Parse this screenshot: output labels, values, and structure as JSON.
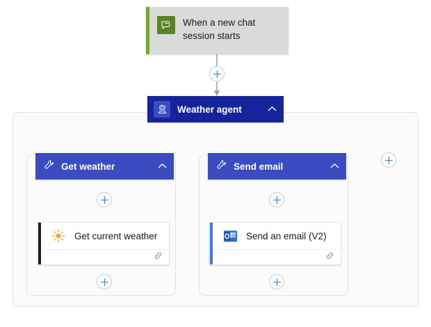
{
  "canvas": {
    "background": "#ffffff",
    "accents": {
      "agent_header": "#16249b",
      "tool_header": "#3b4cc2",
      "trigger_green": "#76a831",
      "trigger_body": "#dadada",
      "plus_blue": "#4a86d8",
      "action_accent_dark": "#201f1e",
      "action_accent_blue": "#3a7fe0",
      "connector_gray": "#a5a5a5"
    }
  },
  "trigger": {
    "title": "When a new chat session starts",
    "icon": "chat-bubble-icon"
  },
  "agent": {
    "title": "Weather agent",
    "icon": "robot-icon",
    "collapse": "chevron-up-icon"
  },
  "branches": [
    {
      "header_label": "Get weather",
      "header_icon": "wrench-icon",
      "collapse": "chevron-up-icon",
      "action": {
        "title": "Get current weather",
        "icon": "sun-icon",
        "footer_icon": "link-icon",
        "accent": "dark"
      }
    },
    {
      "header_label": "Send email",
      "header_icon": "wrench-icon",
      "collapse": "chevron-up-icon",
      "action": {
        "title": "Send an email (V2)",
        "icon": "outlook-icon",
        "footer_icon": "link-icon",
        "accent": "blue"
      }
    }
  ],
  "add_buttons": [
    {
      "name": "add-step-after-trigger",
      "label": "+"
    },
    {
      "name": "add-step-get-weather-before-action",
      "label": "+"
    },
    {
      "name": "add-step-send-email-before-action",
      "label": "+"
    },
    {
      "name": "add-step-get-weather-after-action",
      "label": "+"
    },
    {
      "name": "add-step-send-email-after-action",
      "label": "+"
    },
    {
      "name": "add-tool-to-agent",
      "label": "+"
    }
  ]
}
